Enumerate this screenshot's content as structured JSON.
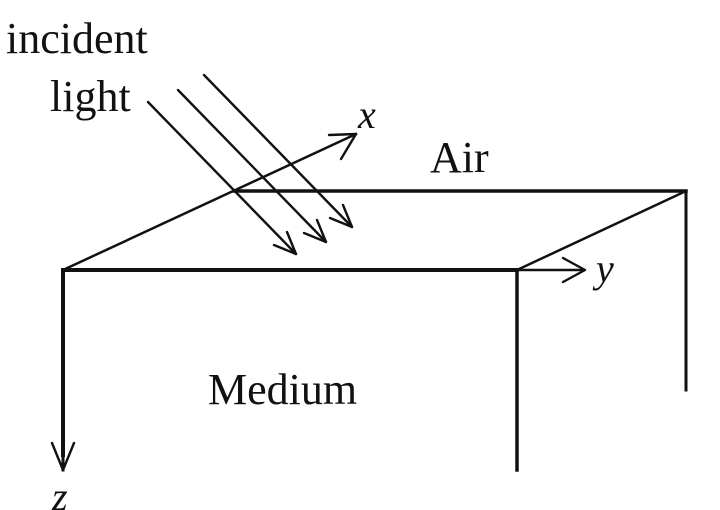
{
  "labels": {
    "incident": "incident",
    "light": "light",
    "air": "Air",
    "medium": "Medium",
    "x_axis": "x",
    "y_axis": "y",
    "z_axis": "z"
  },
  "colors": {
    "line": "#111111",
    "background": "#ffffff"
  }
}
